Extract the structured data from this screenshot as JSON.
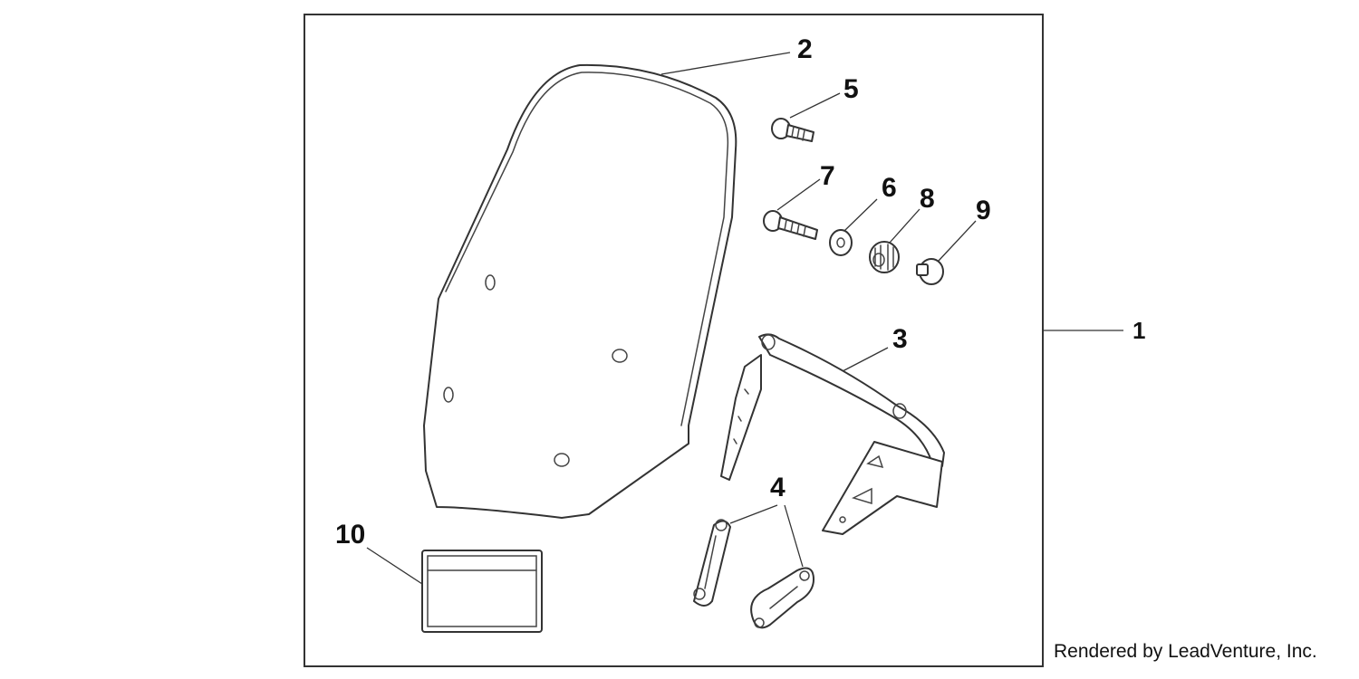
{
  "callouts": {
    "kit": "1",
    "windscreen": "2",
    "stay": "3",
    "collars": "4",
    "screw_a": "5",
    "washer": "6",
    "well_nut": "7",
    "grommet": "8",
    "screw_b": "9",
    "manual": "10"
  },
  "credit": "Rendered by LeadVenture, Inc.",
  "colors": {
    "line": "#333333",
    "background": "#ffffff",
    "text": "#111111"
  }
}
